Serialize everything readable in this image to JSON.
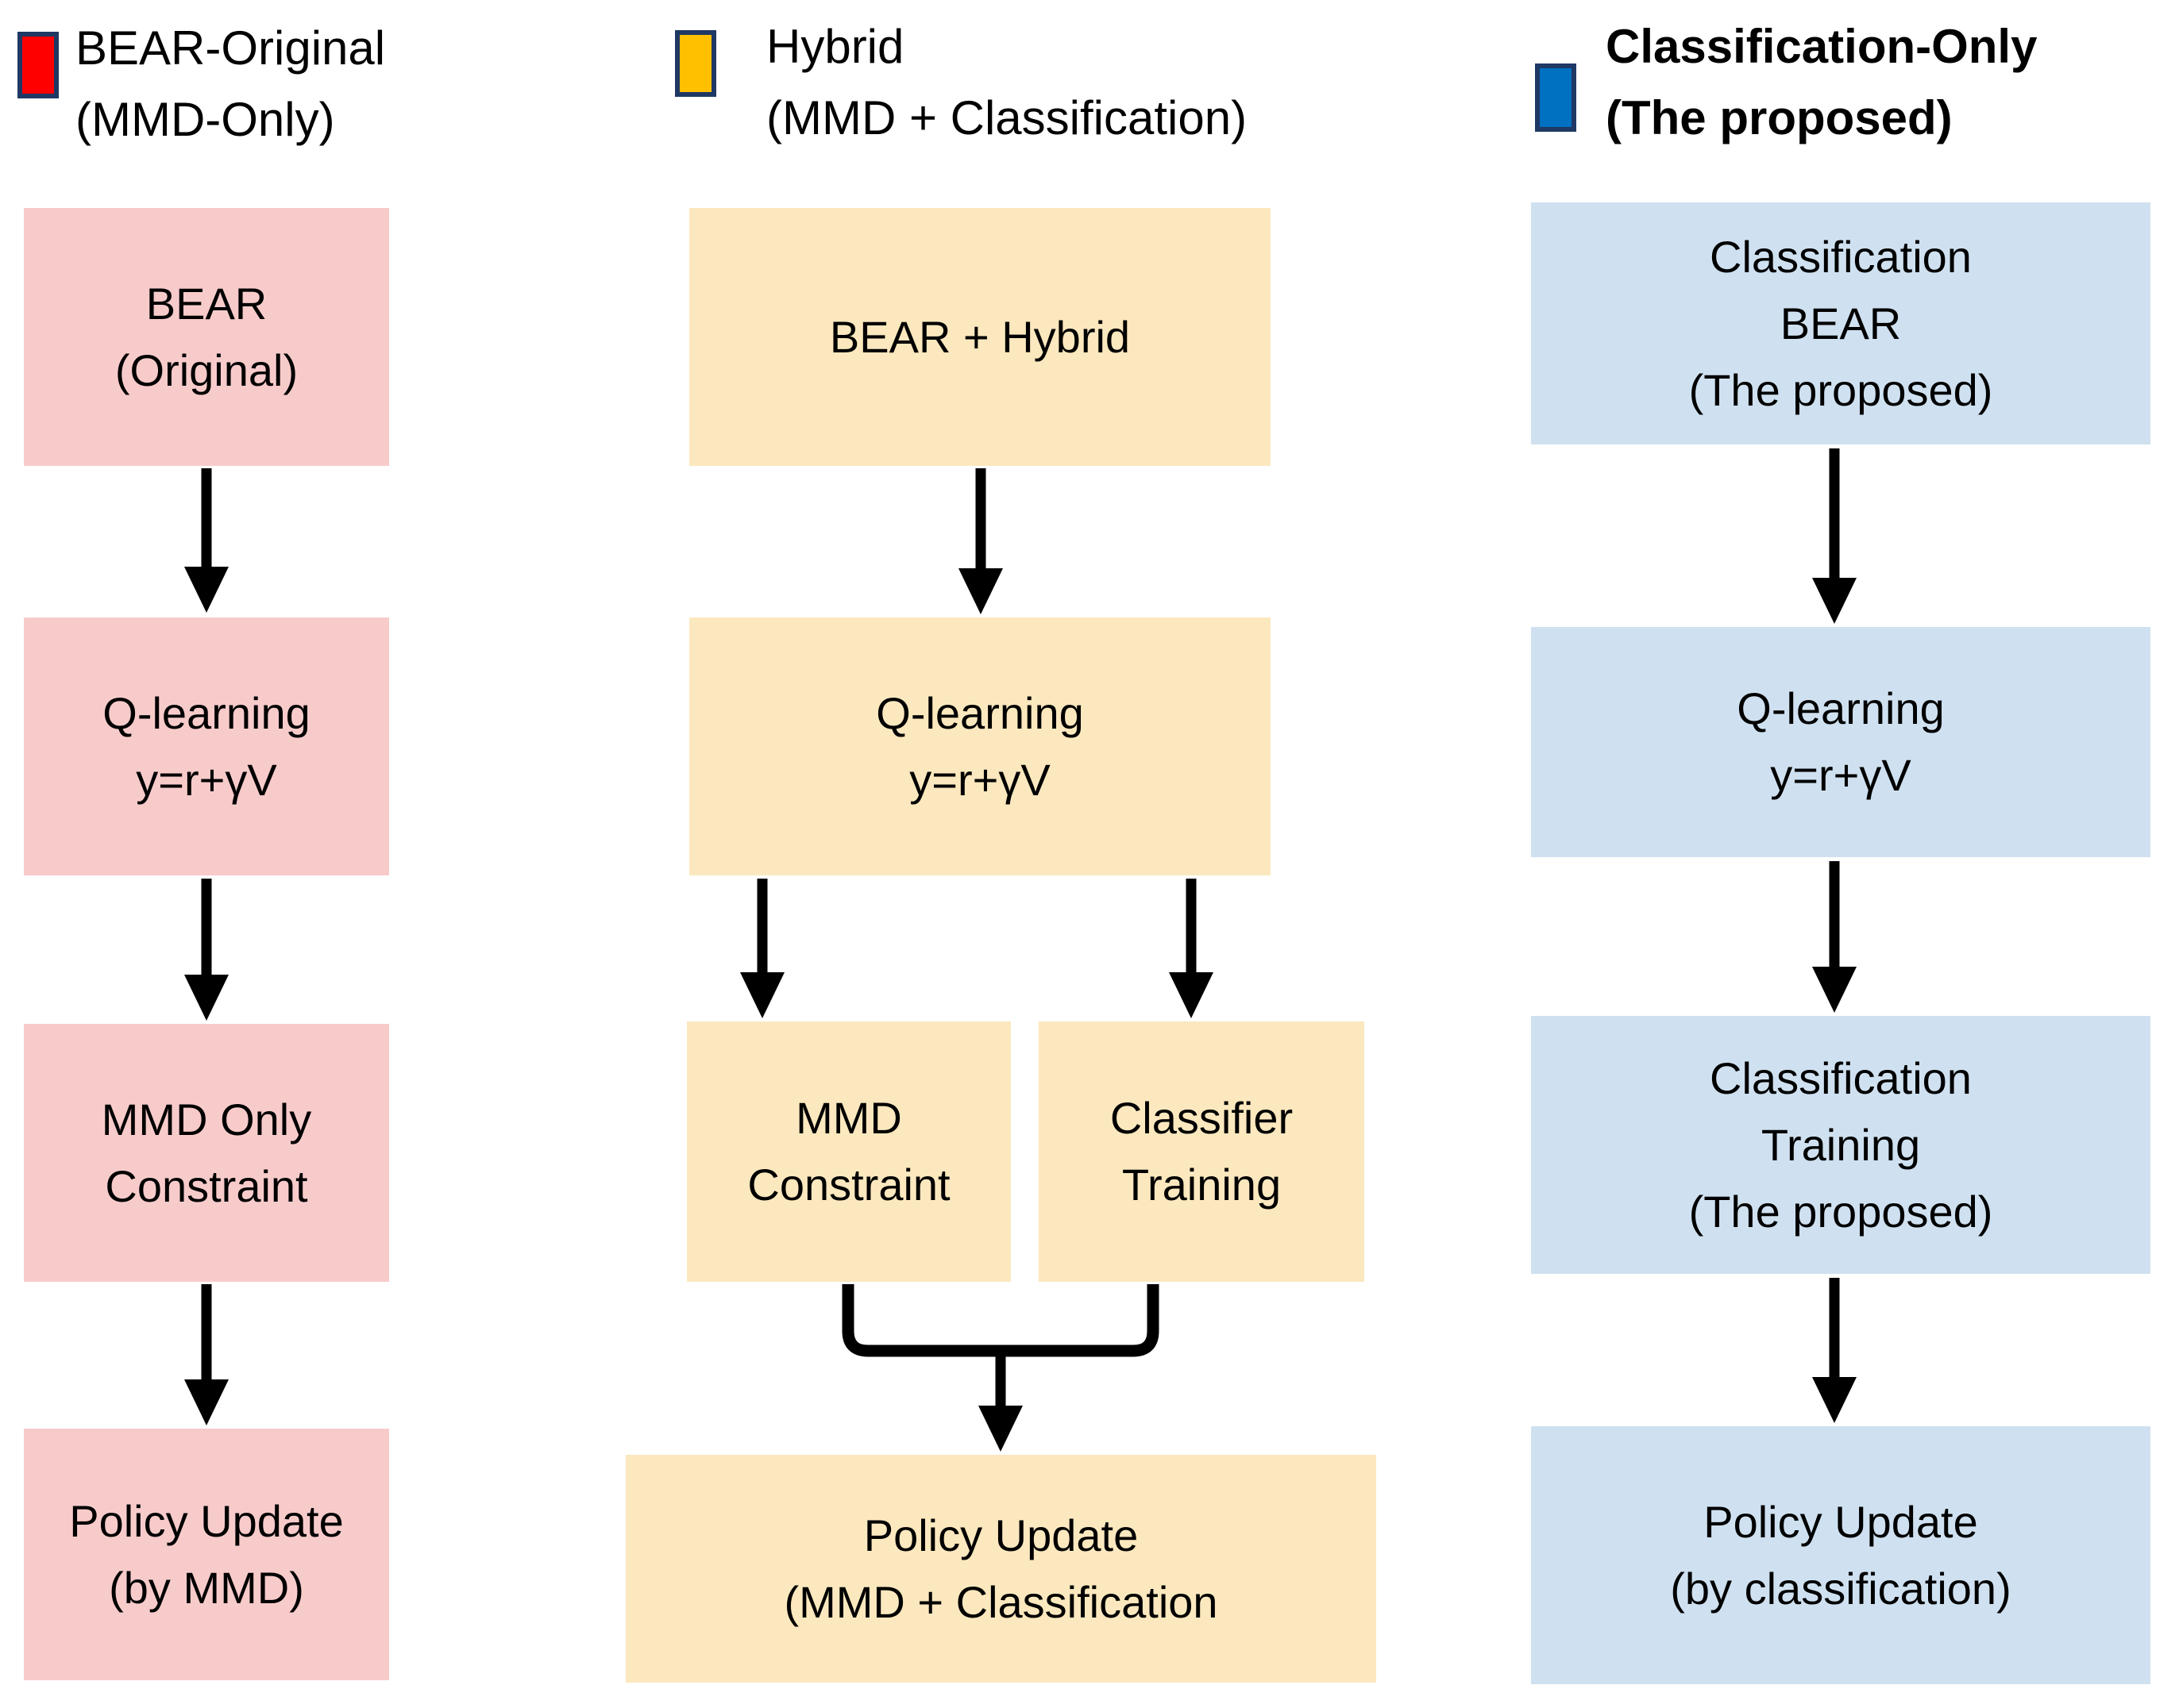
{
  "colors": {
    "pink_box": "#F8CBCB",
    "yellow_box": "#FBE8BE",
    "blue_box": "#CFE1F0",
    "red_swatch": "#FF0000",
    "gold_swatch": "#FFC000",
    "blue_swatch": "#0070C0",
    "swatch_border": "#1F3864",
    "arrow": "#000000",
    "background": "#FFFFFF"
  },
  "legends": [
    {
      "label": "BEAR-Original\n(MMD-Only)"
    },
    {
      "label": "Hybrid\n(MMD + Classification)"
    },
    {
      "label": "Classification-Only\n(The proposed)"
    }
  ],
  "columns": [
    {
      "name": "bear-original-mmd-only",
      "boxes": [
        "BEAR\n(Original)",
        "Q-learning\ny=r+γV",
        "MMD Only\nConstraint",
        "Policy Update\n(by MMD)"
      ]
    },
    {
      "name": "hybrid-mmd-plus-classification",
      "boxes": [
        "BEAR + Hybrid",
        "Q-learning\ny=r+γV",
        "MMD\nConstraint",
        "Classifier\nTraining",
        "Policy Update\n(MMD + Classification"
      ]
    },
    {
      "name": "classification-only-the-proposed",
      "boxes": [
        "Classification\nBEAR\n(The proposed)",
        "Q-learning\ny=r+γV",
        "Classification\nTraining\n(The proposed)",
        "Policy Update\n(by classification)"
      ]
    }
  ]
}
